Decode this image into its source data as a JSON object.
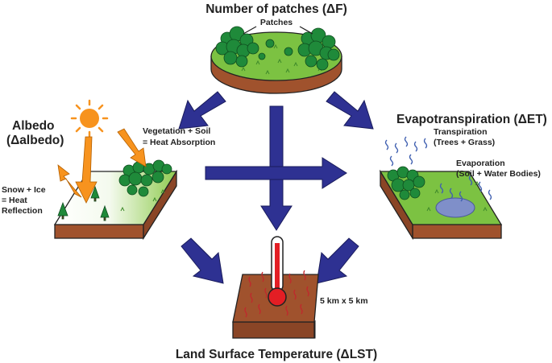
{
  "diagram": {
    "title_top": "Number of patches (ΔF)",
    "patches_label": "Patches",
    "albedo_title_line1": "Albedo",
    "albedo_title_line2": "(Δalbedo)",
    "veg_soil_line1": "Vegetation + Soil",
    "veg_soil_line2": "= Heat Absorption",
    "snow_line1": "Snow + Ice",
    "snow_line2": "= Heat",
    "snow_line3": "Reflection",
    "et_title": "Evapotranspiration (ΔET)",
    "transpiration_line1": "Transpiration",
    "transpiration_line2": "(Trees + Grass)",
    "evaporation_line1": "Evaporation",
    "evaporation_line2": "(Soil + Water Bodies)",
    "scale_label": "5 km x 5 km",
    "title_bottom": "Land Surface Temperature (ΔLST)"
  },
  "colors": {
    "arrow_blue": "#2e3192",
    "grass_green": "#7cc242",
    "tree_green": "#1f8a3a",
    "soil_brown": "#a0522d",
    "sun_orange": "#f7931e",
    "thermometer_red": "#e31e24",
    "water_blue": "#7f8fc9",
    "vapor_blue": "#3f5fb0",
    "heat_red": "#c1272d"
  }
}
